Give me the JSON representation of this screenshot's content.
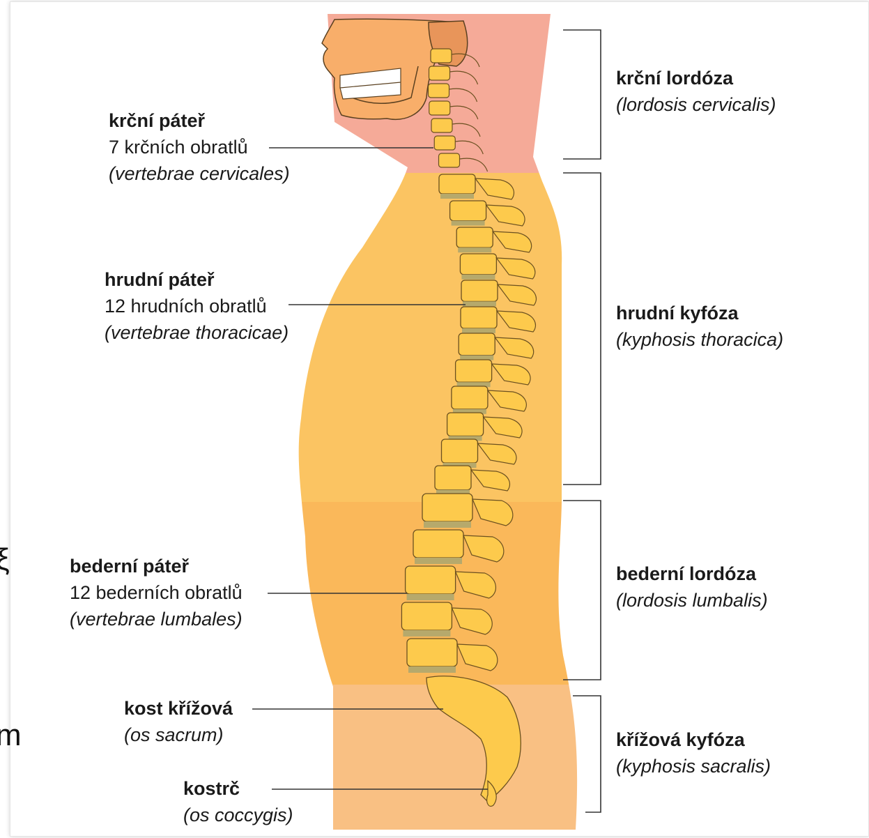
{
  "colors": {
    "neck": "#f5aa98",
    "thorax": "#fbc462",
    "lumbar": "#fab85a",
    "sacral": "#f9c083",
    "bone": "#fdca4c",
    "skull": "#f8ae6a",
    "disc": "#b6a96c",
    "line": "#333333"
  },
  "left_labels": [
    {
      "bold": "krční páteř",
      "normal": "7 krčních obratlů",
      "italic": "(vertebrae cervicales)"
    },
    {
      "bold": "hrudní páteř",
      "normal": "12 hrudních obratlů",
      "italic": "(vertebrae thoracicae)"
    },
    {
      "bold": "bederní páteř",
      "normal": "12 bederních obratlů",
      "italic": "(vertebrae lumbales)"
    },
    {
      "bold": "kost křížová",
      "normal": "",
      "italic": "(os sacrum)"
    },
    {
      "bold": "kostrč",
      "normal": "",
      "italic": "(os coccygis)"
    }
  ],
  "right_labels": [
    {
      "bold": "krční lordóza",
      "italic": "(lordosis cervicalis)"
    },
    {
      "bold": "hrudní kyfóza",
      "italic": "(kyphosis thoracica)"
    },
    {
      "bold": "bederní lordóza",
      "italic": "(lordosis lumbalis)"
    },
    {
      "bold": "křížová kyfóza",
      "italic": "(kyphosis sacralis)"
    }
  ],
  "edge_fragments": {
    "upper": "ξ",
    "lower": "m"
  }
}
